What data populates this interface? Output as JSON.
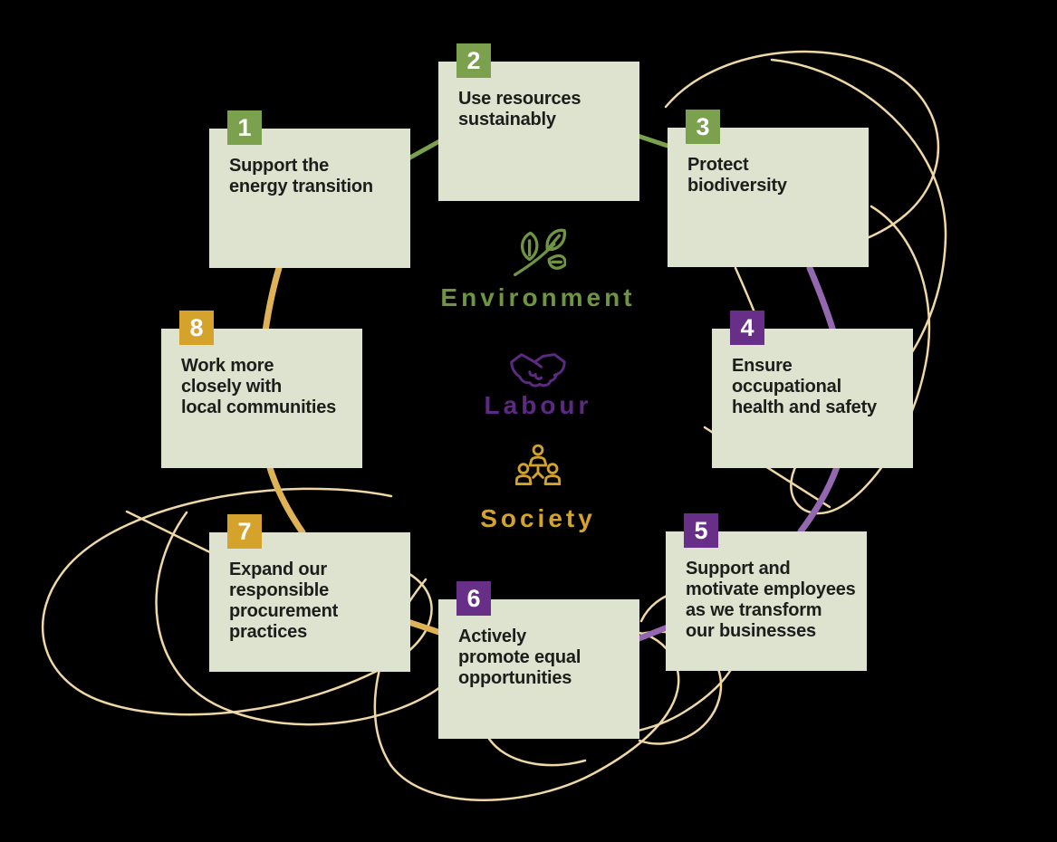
{
  "title": "Sustainability focus areas wheel",
  "colors": {
    "background": "#000000",
    "card_fill": "#dee3d0",
    "card_text": "#1d1d1b",
    "badge_number": "#ffffff",
    "decoration": "#efd8a6",
    "environment": {
      "badge": "#7ba04e",
      "accent": "#6f9542",
      "connector": "#7ba04e"
    },
    "labour": {
      "badge": "#672f88",
      "accent": "#5c2a82",
      "connector": "#9468b0"
    },
    "society": {
      "badge": "#d5a32b",
      "accent": "#d5a32b",
      "connector": "#e0b257"
    }
  },
  "center": {
    "groups": [
      {
        "id": "environment",
        "label": "Environment",
        "icon": "leaf-icon"
      },
      {
        "id": "labour",
        "label": "Labour",
        "icon": "handshake-icon"
      },
      {
        "id": "society",
        "label": "Society",
        "icon": "people-icon"
      }
    ]
  },
  "items": [
    {
      "number": "1",
      "category": "environment",
      "label": "Support the\nenergy transition"
    },
    {
      "number": "2",
      "category": "environment",
      "label": "Use resources\nsustainably"
    },
    {
      "number": "3",
      "category": "environment",
      "label": "Protect\nbiodiversity"
    },
    {
      "number": "4",
      "category": "labour",
      "label": "Ensure\noccupational\nhealth and safety"
    },
    {
      "number": "5",
      "category": "labour",
      "label": "Support and\nmotivate employees\nas we transform\nour businesses"
    },
    {
      "number": "6",
      "category": "labour",
      "label": "Actively\npromote equal\nopportunities"
    },
    {
      "number": "7",
      "category": "society",
      "label": "Expand our\nresponsible\nprocurement\npractices"
    },
    {
      "number": "8",
      "category": "society",
      "label": "Work more\nclosely with\nlocal communities"
    }
  ]
}
